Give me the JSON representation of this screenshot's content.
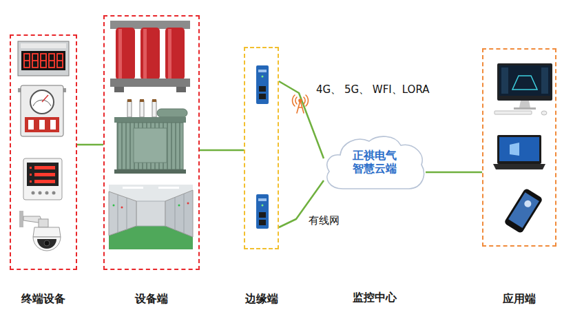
{
  "diagram": {
    "nodes": [
      {
        "text": [
          "终端设备"
        ]
      },
      {
        "text": [
          "设备端"
        ]
      },
      {
        "text": [
          "边缘端"
        ]
      },
      {
        "text": [
          "正祺电气 智慧云端",
          "监控中心"
        ]
      },
      {
        "text": [
          "应用端"
        ]
      }
    ],
    "edges": [
      {
        "from": 0,
        "to": 1,
        "arrow": "none"
      },
      {
        "from": 1,
        "to": 2,
        "arrow": "none"
      },
      {
        "from": 2,
        "to": 3,
        "arrow": "none",
        "label": "4G、 5G、 WFI、LORA"
      },
      {
        "from": 2,
        "to": 3,
        "arrow": "none",
        "label": "有线网"
      },
      {
        "from": 3,
        "to": 4,
        "arrow": "none"
      }
    ]
  }
}
